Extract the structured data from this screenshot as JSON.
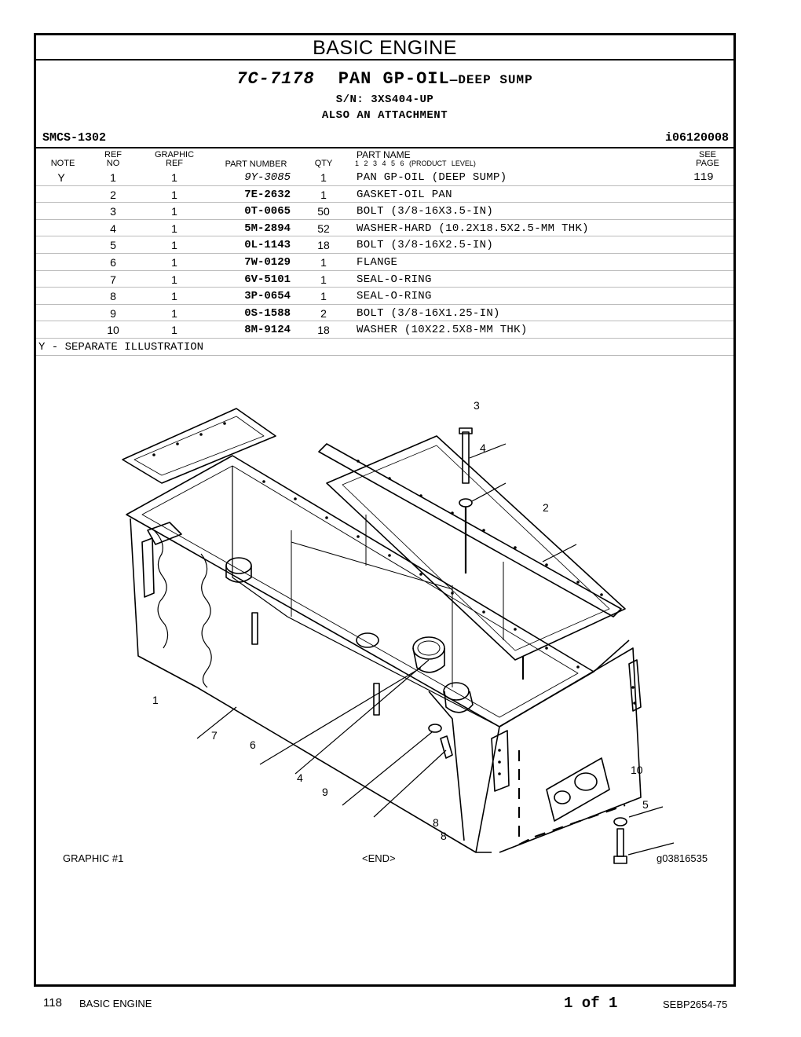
{
  "page_title": "BASIC ENGINE",
  "header": {
    "part_number": "7C-7178",
    "part_name": "PAN GP-OIL",
    "part_subname": "—DEEP SUMP",
    "serial": "S/N: 3XS404-UP",
    "attachment": "ALSO AN ATTACHMENT",
    "smcs": "SMCS-1302",
    "illustration_id": "i06120008"
  },
  "columns": {
    "note": "NOTE",
    "ref_no_1": "REF",
    "ref_no_2": "NO",
    "graphic_ref_1": "GRAPHIC",
    "graphic_ref_2": "REF",
    "part_number": "PART NUMBER",
    "qty": "QTY",
    "part_name_1": "PART NAME",
    "part_name_2": "1 2 3 4 5 6 (PRODUCT LEVEL)",
    "see_page_1": "SEE",
    "see_page_2": "PAGE"
  },
  "parts": [
    {
      "note": "Y",
      "ref": "1",
      "gref": "1",
      "pn": "9Y-3085",
      "qty": "1",
      "name": "PAN GP-OIL (DEEP SUMP)",
      "see": "119"
    },
    {
      "note": "",
      "ref": "2",
      "gref": "1",
      "pn": "7E-2632",
      "qty": "1",
      "name": "GASKET-OIL PAN",
      "see": ""
    },
    {
      "note": "",
      "ref": "3",
      "gref": "1",
      "pn": "0T-0065",
      "qty": "50",
      "name": "BOLT (3/8-16X3.5-IN)",
      "see": ""
    },
    {
      "note": "",
      "ref": "4",
      "gref": "1",
      "pn": "5M-2894",
      "qty": "52",
      "name": "WASHER-HARD (10.2X18.5X2.5-MM THK)",
      "see": ""
    },
    {
      "note": "",
      "ref": "5",
      "gref": "1",
      "pn": "0L-1143",
      "qty": "18",
      "name": "BOLT (3/8-16X2.5-IN)",
      "see": ""
    },
    {
      "note": "",
      "ref": "6",
      "gref": "1",
      "pn": "7W-0129",
      "qty": "1",
      "name": "FLANGE",
      "see": ""
    },
    {
      "note": "",
      "ref": "7",
      "gref": "1",
      "pn": "6V-5101",
      "qty": "1",
      "name": "SEAL-O-RING",
      "see": ""
    },
    {
      "note": "",
      "ref": "8",
      "gref": "1",
      "pn": "3P-0654",
      "qty": "1",
      "name": "SEAL-O-RING",
      "see": ""
    },
    {
      "note": "",
      "ref": "9",
      "gref": "1",
      "pn": "0S-1588",
      "qty": "2",
      "name": "BOLT (3/8-16X1.25-IN)",
      "see": ""
    },
    {
      "note": "",
      "ref": "10",
      "gref": "1",
      "pn": "8M-9124",
      "qty": "18",
      "name": "WASHER (10X22.5X8-MM THK)",
      "see": ""
    }
  ],
  "note_legend": "Y - SEPARATE ILLUSTRATION",
  "callouts": [
    "3",
    "4",
    "2",
    "1",
    "7",
    "6",
    "4",
    "9",
    "8",
    "8",
    "10",
    "5"
  ],
  "graphic_label": "GRAPHIC #1",
  "end_label": "<END>",
  "graphic_number": "g03816535",
  "footer": {
    "page": "118",
    "section": "BASIC ENGINE",
    "of": "1 of 1",
    "doc": "SEBP2654-75"
  }
}
